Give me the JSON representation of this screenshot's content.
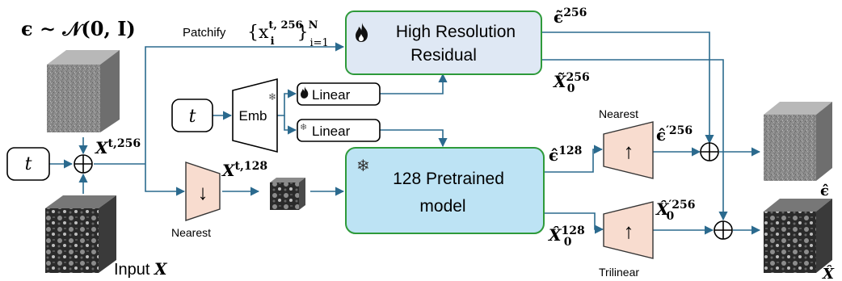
{
  "labels": {
    "noise_dist": "ϵ ∼ 𝒩(0, I)",
    "patchify": "Patchify",
    "patch_set": "{x",
    "patch_set_sub": "i",
    "patch_set_sup": "t, 256",
    "patch_set_lower": "i=1",
    "patch_set_upper": "N",
    "patch_set_close": "}",
    "t_input": "t",
    "t_emb": "t",
    "emb": "Emb",
    "linear_hr": "Linear",
    "linear_pt": "Linear",
    "high_res_line1": "High Resolution",
    "high_res_line2": "Residual",
    "pretrained_line1": "128 Pretrained",
    "pretrained_line2": "model",
    "x_t_256": "X",
    "x_t_256_sup": "t,256",
    "x_t_128": "X",
    "x_t_128_sup": "t,128",
    "down_arrow": "↓",
    "nearest_down": "Nearest",
    "input_x_prefix": "Input ",
    "input_x_symbol": "X",
    "eps_tilde_256": "ϵ̃",
    "eps_tilde_256_sup": "256",
    "x0_tilde_256": "X̃",
    "x0_tilde_256_sub": "0",
    "x0_tilde_256_sup": "256",
    "eps_hat_128": "ϵ̂",
    "eps_hat_128_sup": "128",
    "x0_hat_128": "X̂",
    "x0_hat_128_sub": "0",
    "x0_hat_128_sup": "128",
    "nearest_up": "Nearest",
    "trilinear": "Trilinear",
    "up_arrow_1": "↑",
    "up_arrow_2": "↑",
    "eps_hat_prime_256": "ϵ̂",
    "eps_hat_prime_256_sup": "′256",
    "x0_hat_prime_256": "X̂",
    "x0_hat_prime_256_sub": "0",
    "x0_hat_prime_256_sup": "′256",
    "out_eps": "ϵ̂",
    "out_x": "X̂",
    "plus": "⊕"
  },
  "icons": {
    "flame": "flame-icon",
    "snowflake": "snowflake-icon"
  },
  "colors": {
    "arrow": "#2b6a8e",
    "box_border": "#2e9a3a",
    "high_res_fill": "#dfe8f4",
    "pretrained_fill": "#bde3f4",
    "trapezoid_fill": "#f8dccf",
    "trapezoid_stroke": "#333333"
  }
}
